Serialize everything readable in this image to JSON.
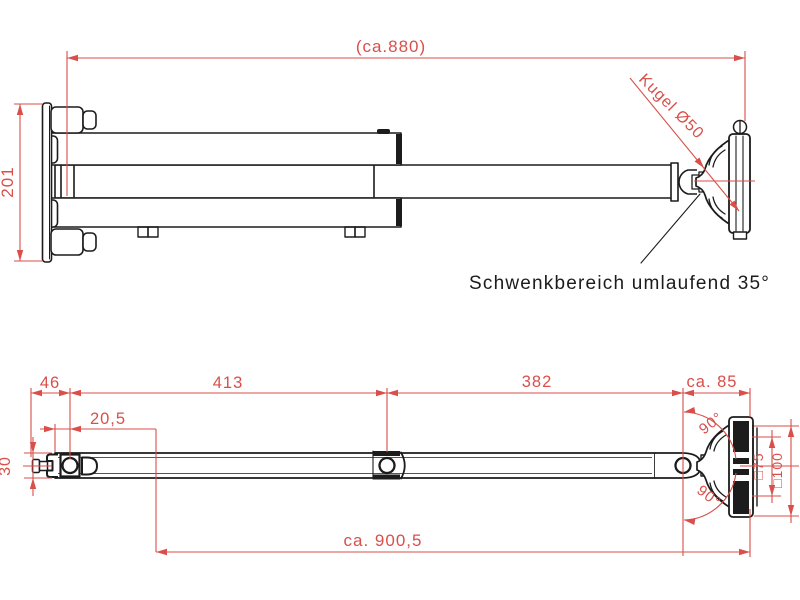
{
  "colors": {
    "dimension": "#d94f4a",
    "ink": "#1c1c1c",
    "background": "#ffffff"
  },
  "top_view": {
    "overall_width": "(ca.880)",
    "mount_height": "201",
    "ball_label": "Kugel Ø50",
    "swivel_note": "Schwenkbereich umlaufend 35°"
  },
  "bottom_view": {
    "offset_left": "46",
    "hole_offset": "20,5",
    "segment_1": "413",
    "segment_2": "382",
    "segment_end": "ca. 85",
    "bar_height": "30",
    "overall_length": "ca. 900,5",
    "tilt_top": "90°",
    "tilt_bottom": "90°",
    "vesa_75": "□75",
    "vesa_100": "□100"
  }
}
